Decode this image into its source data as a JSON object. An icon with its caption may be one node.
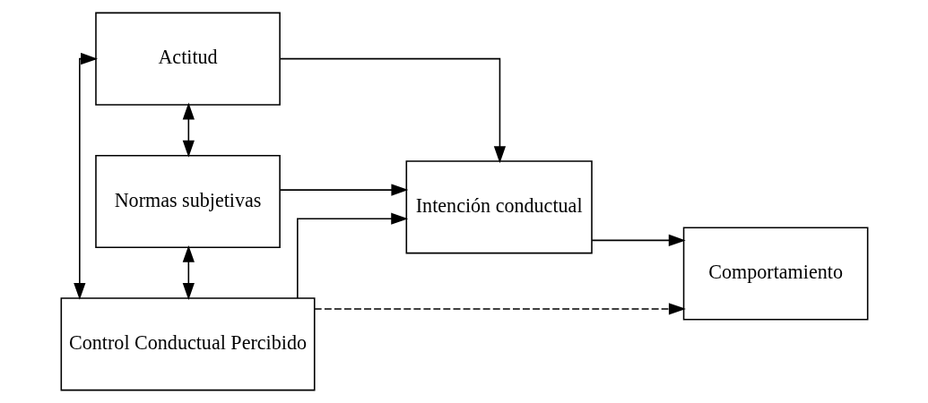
{
  "diagram": {
    "nodes": [
      {
        "text": [
          "Actitud"
        ]
      },
      {
        "text": [
          "Normas subjetivas"
        ]
      },
      {
        "text": [
          "Control Conductual Percibido"
        ]
      },
      {
        "text": [
          "Intención conductual"
        ]
      },
      {
        "text": [
          "Comportamiento"
        ]
      }
    ],
    "edges": [
      {
        "from": 0,
        "to": 1,
        "arrow": "both"
      },
      {
        "from": 1,
        "to": 2,
        "arrow": "both"
      },
      {
        "from": 2,
        "to": 0,
        "arrow": "both"
      },
      {
        "from": 0,
        "to": 3,
        "arrow": "to"
      },
      {
        "from": 1,
        "to": 3,
        "arrow": "to"
      },
      {
        "from": 2,
        "to": 3,
        "arrow": "to"
      },
      {
        "from": 3,
        "to": 4,
        "arrow": "to"
      },
      {
        "from": 2,
        "to": 4,
        "arrow": "to",
        "style": "dashed"
      }
    ]
  }
}
